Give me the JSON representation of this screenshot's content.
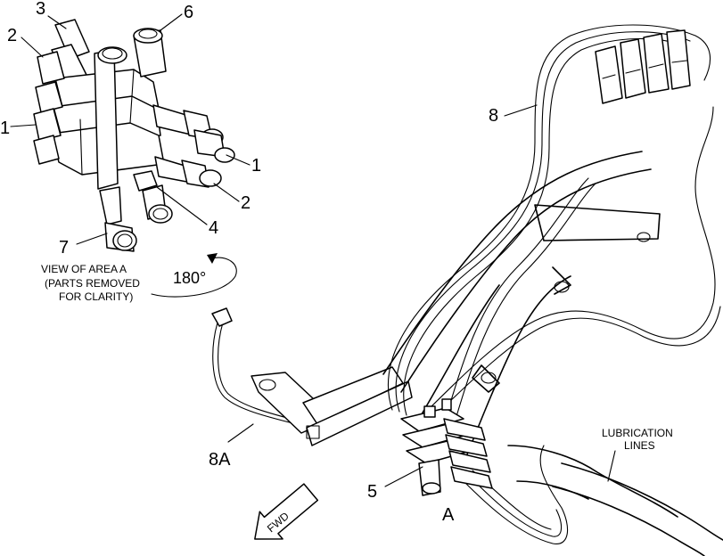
{
  "callouts": {
    "c1_top": "1",
    "c1_right": "1",
    "c2_top": "2",
    "c2_right": "2",
    "c3": "3",
    "c4": "4",
    "c5": "5",
    "c6": "6",
    "c7": "7",
    "c8": "8",
    "c8a": "8A"
  },
  "view_note": {
    "line1": "VIEW OF AREA  A",
    "line2": "(PARTS REMOVED",
    "line3": "FOR CLARITY)"
  },
  "rotation_label": "180°",
  "area_label": "A",
  "fwd_label": "FWD",
  "lubrication": {
    "line1": "LUBRICATION",
    "line2": "LINES"
  }
}
